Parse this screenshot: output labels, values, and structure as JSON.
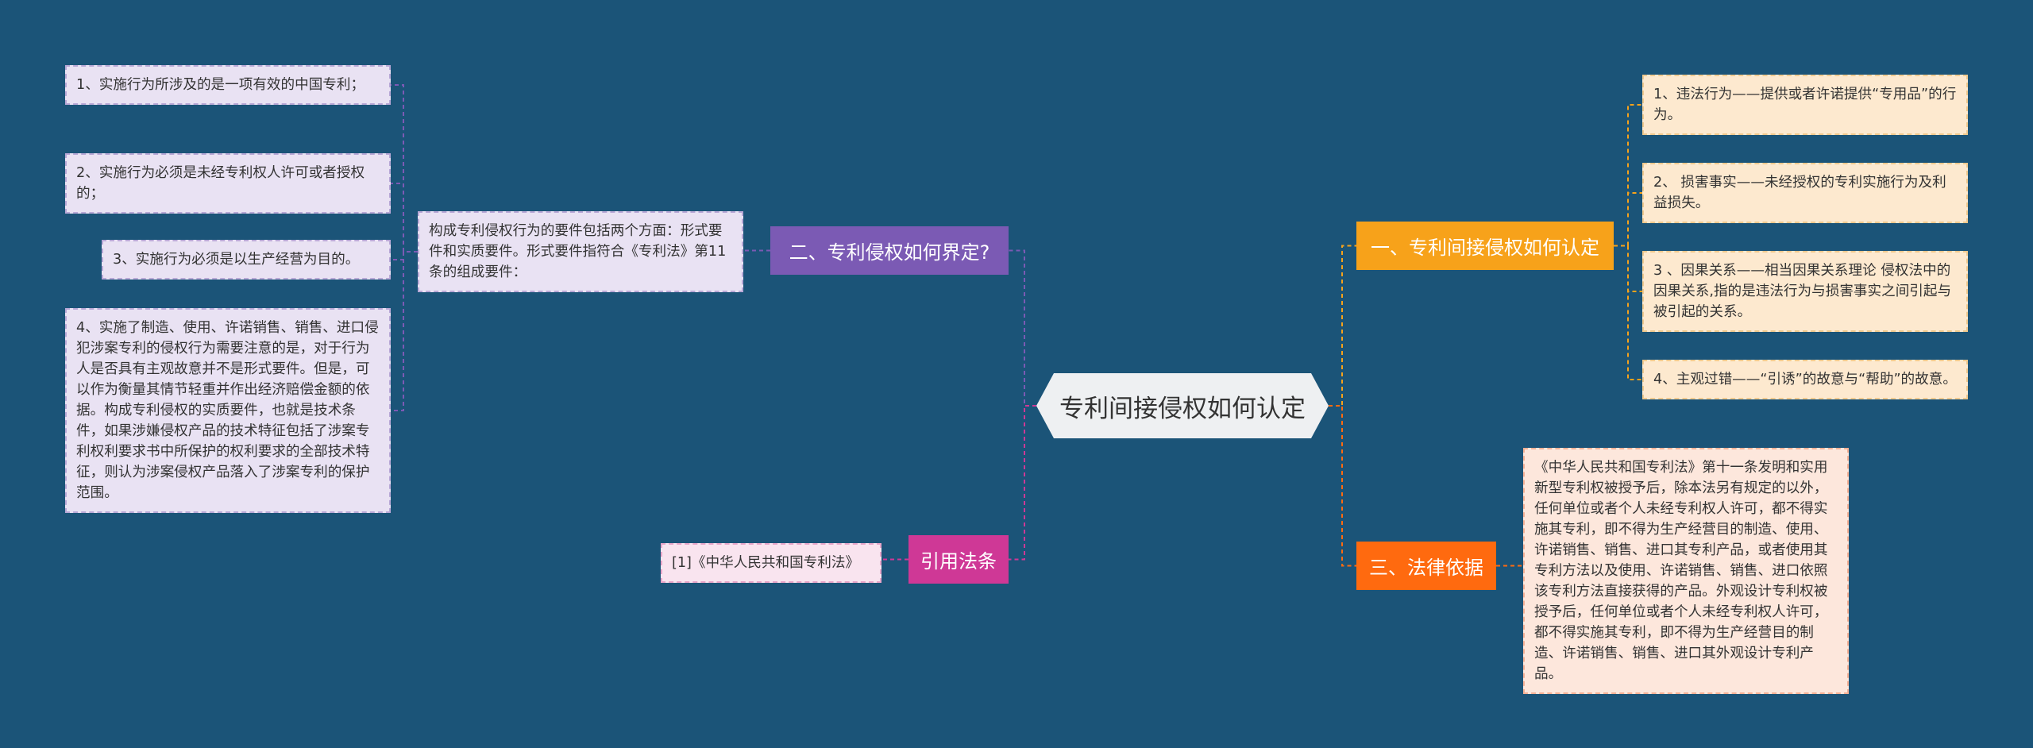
{
  "mindmap": {
    "center": "专利间接侵权如何认定",
    "branches": {
      "b1": {
        "label": "一、专利间接侵权如何认定",
        "color": "#f7a21a",
        "items": [
          "1、违法行为——提供或者许诺提供“专用品”的行为。",
          "2、 损害事实——未经授权的专利实施行为及利益损失。",
          "3 、因果关系——相当因果关系理论 侵权法中的因果关系,指的是违法行为与损害事实之间引起与被引起的关系。",
          "4、主观过错——“引诱”的故意与“帮助”的故意。"
        ]
      },
      "b2": {
        "label": "二、专利侵权如何界定?",
        "color": "#7b5ab4",
        "summary": "构成专利侵权行为的要件包括两个方面：形式要件和实质要件。形式要件指符合《专利法》第11条的组成要件：",
        "items": [
          "1、实施行为所涉及的是一项有效的中国专利；",
          "2、实施行为必须是未经专利权人许可或者授权的；",
          "3、实施行为必须是以生产经营为目的。",
          "4、实施了制造、使用、许诺销售、销售、进口侵犯涉案专利的侵权行为需要注意的是，对于行为人是否具有主观故意并不是形式要件。但是，可以作为衡量其情节轻重并作出经济赔偿金额的依据。构成专利侵权的实质要件，也就是技术条件，如果涉嫌侵权产品的技术特征包括了涉案专利权利要求书中所保护的权利要求的全部技术特征，则认为涉案侵权产品落入了涉案专利的保护范围。"
        ]
      },
      "b3": {
        "label": "三、法律依据",
        "color": "#ff6a0f",
        "text": "《中华人民共和国专利法》第十一条发明和实用新型专利权被授予后，除本法另有规定的以外，任何单位或者个人未经专利权人许可，都不得实施其专利，即不得为生产经营目的制造、使用、许诺销售、销售、进口其专利产品，或者使用其专利方法以及使用、许诺销售、销售、进口依照该专利方法直接获得的产品。外观设计专利权被授予后，任何单位或者个人未经专利权人许可，都不得实施其专利，即不得为生产经营目的制造、许诺销售、销售、进口其外观设计专利产品。"
      },
      "b4": {
        "label": "引用法条",
        "color": "#cf3896",
        "text": "[1]《中华人民共和国专利法》"
      }
    }
  }
}
